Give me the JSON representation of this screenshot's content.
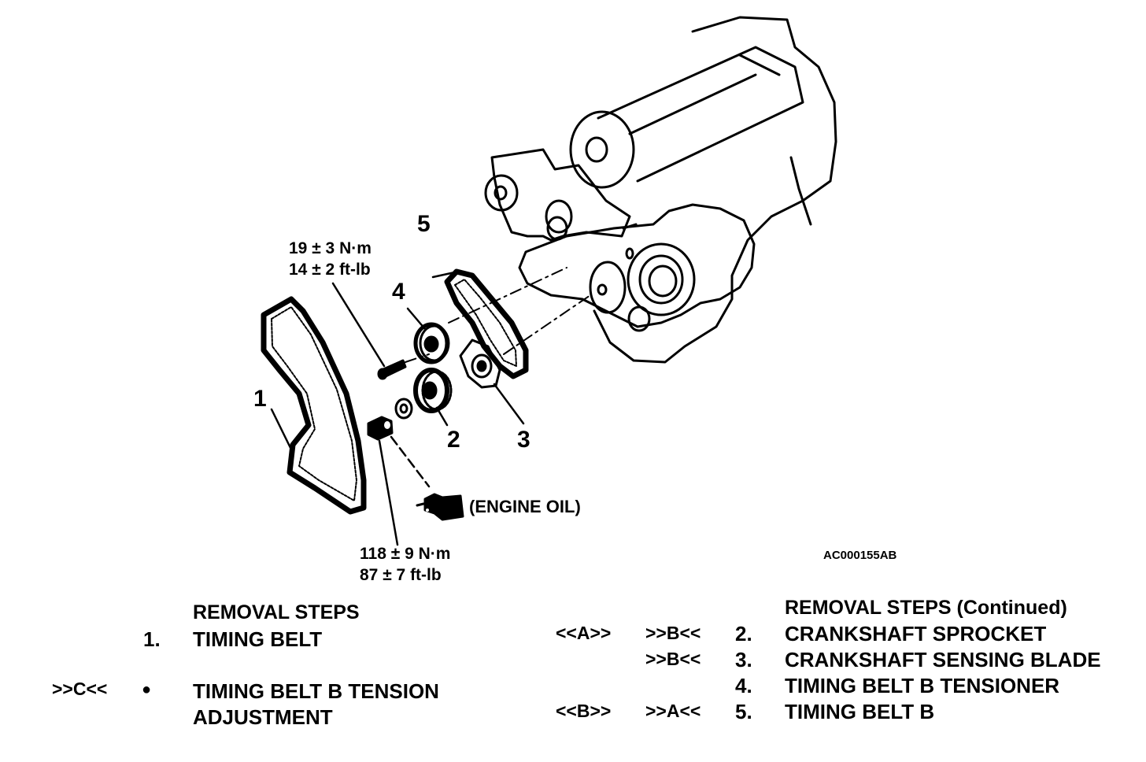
{
  "diagram": {
    "callouts": [
      "1",
      "2",
      "3",
      "4",
      "5"
    ],
    "torque_upper": {
      "line1": "19 ± 3 N·m",
      "line2": "14 ± 2 ft-lb"
    },
    "torque_lower": {
      "line1": "118 ± 9 N·m",
      "line2": "87 ± 7 ft-lb"
    },
    "lube_note": "(ENGINE OIL)",
    "figure_code": "AC000155AB"
  },
  "steps_left": {
    "title": "REMOVAL STEPS",
    "items": [
      {
        "mark": "",
        "num": "1.",
        "text": "TIMING BELT"
      },
      {
        "mark": ">>C<<",
        "num": "●",
        "text": "TIMING BELT B TENSION",
        "text2": "ADJUSTMENT"
      }
    ]
  },
  "steps_right": {
    "title": "REMOVAL STEPS (Continued)",
    "items": [
      {
        "mark1": "<<A>>",
        "mark2": ">>B<<",
        "num": "2.",
        "text": "CRANKSHAFT SPROCKET"
      },
      {
        "mark1": "",
        "mark2": ">>B<<",
        "num": "3.",
        "text": "CRANKSHAFT SENSING BLADE"
      },
      {
        "mark1": "",
        "mark2": "",
        "num": "4.",
        "text": "TIMING BELT B TENSIONER"
      },
      {
        "mark1": "<<B>>",
        "mark2": ">>A<<",
        "num": "5.",
        "text": "TIMING BELT B"
      }
    ]
  }
}
